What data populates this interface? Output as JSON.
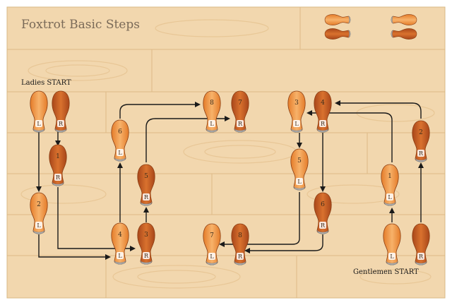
{
  "title": "Foxtrot Basic Steps",
  "ladies_start": "Ladies START",
  "gentlemen_start": "Gentlemen START",
  "colors": {
    "floor_light": "#f3d9b1",
    "floor_grain": "#e8c896",
    "shoe_light": "#f4a052",
    "shoe_dark": "#c55a1e",
    "heel_metal": "#d9d9d9",
    "arrow": "#1a1a1a",
    "text": "#7a6a58"
  },
  "legend": [
    {
      "name": "ladies-legend-left",
      "style": "light"
    },
    {
      "name": "ladies-legend-right",
      "style": "dark"
    },
    {
      "name": "gentlemen-legend-left",
      "style": "light"
    },
    {
      "name": "gentlemen-legend-right",
      "style": "dark"
    }
  ],
  "ladies_steps": [
    {
      "num": "",
      "foot": "L",
      "style": "light"
    },
    {
      "num": "",
      "foot": "R",
      "style": "dark"
    },
    {
      "num": "1",
      "foot": "R",
      "style": "dark"
    },
    {
      "num": "2",
      "foot": "L",
      "style": "light"
    },
    {
      "num": "4",
      "foot": "L",
      "style": "light"
    },
    {
      "num": "3",
      "foot": "R",
      "style": "dark"
    },
    {
      "num": "6",
      "foot": "L",
      "style": "light"
    },
    {
      "num": "5",
      "foot": "R",
      "style": "dark"
    },
    {
      "num": "8",
      "foot": "L",
      "style": "light"
    },
    {
      "num": "7",
      "foot": "R",
      "style": "dark"
    }
  ],
  "gentlemen_steps": [
    {
      "num": "3",
      "foot": "L",
      "style": "light"
    },
    {
      "num": "4",
      "foot": "R",
      "style": "dark"
    },
    {
      "num": "5",
      "foot": "L",
      "style": "light"
    },
    {
      "num": "6",
      "foot": "R",
      "style": "dark"
    },
    {
      "num": "7",
      "foot": "L",
      "style": "light"
    },
    {
      "num": "8",
      "foot": "R",
      "style": "dark"
    },
    {
      "num": "1",
      "foot": "L",
      "style": "light"
    },
    {
      "num": "2",
      "foot": "R",
      "style": "dark"
    },
    {
      "num": "",
      "foot": "L",
      "style": "light"
    },
    {
      "num": "",
      "foot": "R",
      "style": "dark"
    }
  ]
}
